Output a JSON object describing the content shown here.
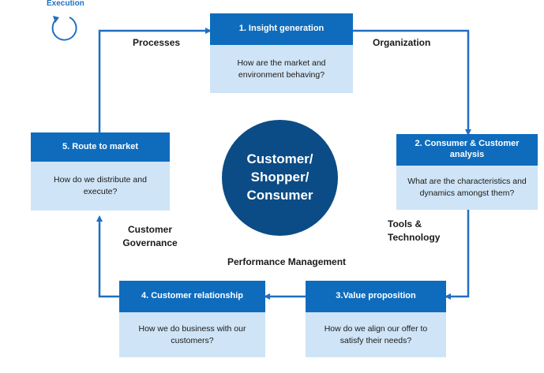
{
  "execution": {
    "label": "Execution"
  },
  "hub": {
    "text": "Customer/ Shopper/ Consumer"
  },
  "steps": [
    {
      "title": "1. Insight generation",
      "question": "How are the market and environment behaving?"
    },
    {
      "title": "2. Consumer & Customer analysis",
      "question": "What are the characteristics and dynamics amongst them?"
    },
    {
      "title": "3.Value proposition",
      "question": "How do we align our offer to satisfy their needs?"
    },
    {
      "title": "4. Customer relationship",
      "question": "How we do business with our customers?"
    },
    {
      "title": "5. Route to market",
      "question": "How do we distribute and execute?"
    }
  ],
  "labels": {
    "processes": "Processes",
    "organization": "Organization",
    "tools": "Tools & Technology",
    "performance": "Performance Management",
    "governance": "Customer Governance"
  },
  "colors": {
    "header": "#0f6cbd",
    "body": "#cfe4f6",
    "hub": "#0b4c86",
    "arrow": "#1f6fc2"
  },
  "icons": {
    "execution": "circular-arrow-icon"
  }
}
